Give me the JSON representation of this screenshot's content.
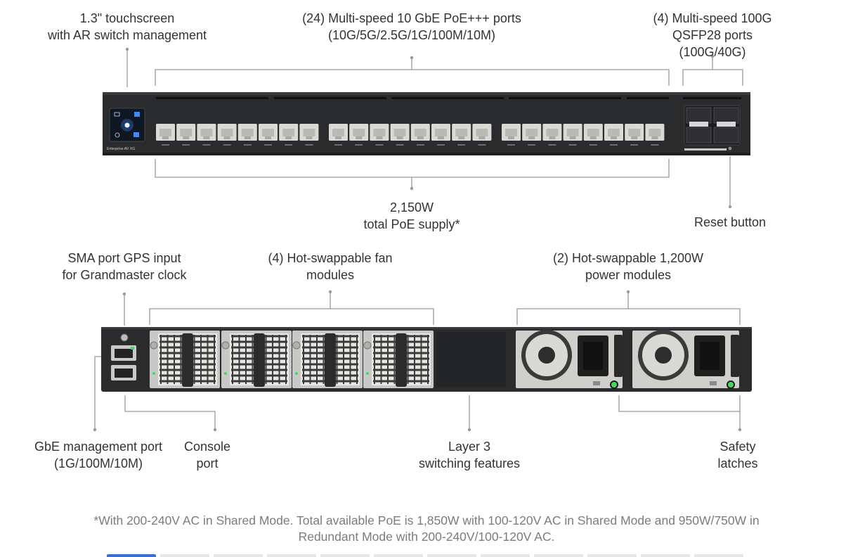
{
  "callouts": {
    "touchscreen": "1.3\" touchscreen\nwith AR switch management",
    "poe_ports": "(24) Multi-speed 10 GbE PoE+++ ports\n(10G/5G/2.5G/1G/100M/10M)",
    "qsfp_ports": "(4) Multi-speed 100G QSFP28 ports\n(100G/40G)",
    "poe_supply": "2,150W\ntotal PoE supply*",
    "reset": "Reset button",
    "sma_gps": "SMA port GPS input\nfor Grandmaster clock",
    "fan_modules": "(4) Hot-swappable fan\nmodules",
    "power_modules": "(2) Hot-swappable 1,200W\npower modules",
    "mgmt_port": "GbE management port\n(1G/100M/10M)",
    "console_port": "Console\nport",
    "layer3": "Layer 3\nswitching features",
    "safety_latches": "Safety\nlatches"
  },
  "device": {
    "front_brand": "Enterprise AV XG"
  },
  "footnote": "*With 200-240V AC in Shared Mode. Total available PoE is 1,850W with 100-120V AC in Shared Mode and 950W/750W in\nRedundant Mode with 200-240V/100-120V AC.",
  "colors": {
    "chassis": "#2a2b2d",
    "port": "#d9d9d6",
    "callout_line": "#9a9a9a",
    "led_green": "#3ddc5c",
    "accent_blue": "#3b6fd8"
  }
}
